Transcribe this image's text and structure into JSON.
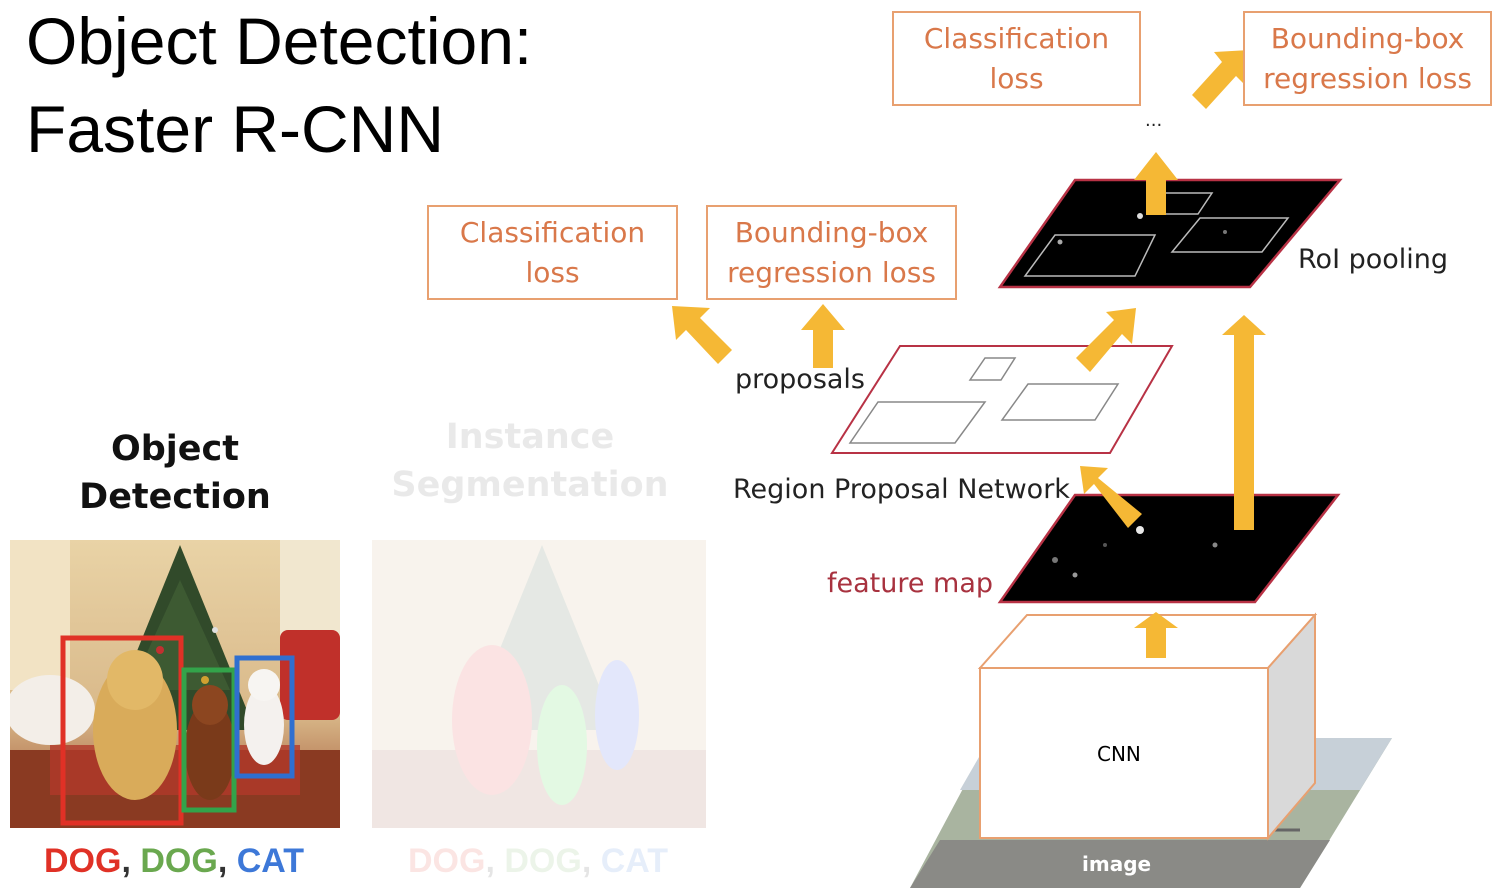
{
  "title": {
    "line1": "Object Detection:",
    "line2": "Faster R-CNN"
  },
  "left_panel": {
    "heading_line1": "Object",
    "heading_line2": "Detection",
    "labels": [
      {
        "text": "DOG",
        "color": "#e03126"
      },
      {
        "text": "DOG",
        "color": "#6aa84f"
      },
      {
        "text": "CAT",
        "color": "#3d78d8"
      }
    ],
    "separator": ", ",
    "box_colors": {
      "dog1": "#e03126",
      "dog2": "#33a34a",
      "cat": "#2f6fd0"
    }
  },
  "faded_panel": {
    "heading_line1": "Instance",
    "heading_line2": "Segmentation",
    "labels": [
      {
        "text": "DOG",
        "color": "#e03126"
      },
      {
        "text": "DOG",
        "color": "#6aa84f"
      },
      {
        "text": "CAT",
        "color": "#3d78d8"
      }
    ],
    "separator": ", "
  },
  "diagram": {
    "top_cls_loss": {
      "line1": "Classification",
      "line2": "loss"
    },
    "top_bbox_loss": {
      "line1": "Bounding-box",
      "line2": "regression loss"
    },
    "rpn_cls_loss": {
      "line1": "Classification",
      "line2": "loss"
    },
    "rpn_bbox_loss": {
      "line1": "Bounding-box",
      "line2": "regression loss"
    },
    "ellipsis": "...",
    "roi_pooling": "RoI pooling",
    "proposals": "proposals",
    "rpn": "Region Proposal Network",
    "feature_map": "feature map",
    "cnn": "CNN",
    "image": "image",
    "colors": {
      "arrow": "#f5b835",
      "box_border": "#e8a070",
      "box_text": "#d9784a",
      "plane_border": "#b83245",
      "feature_text": "#a8323f"
    }
  }
}
